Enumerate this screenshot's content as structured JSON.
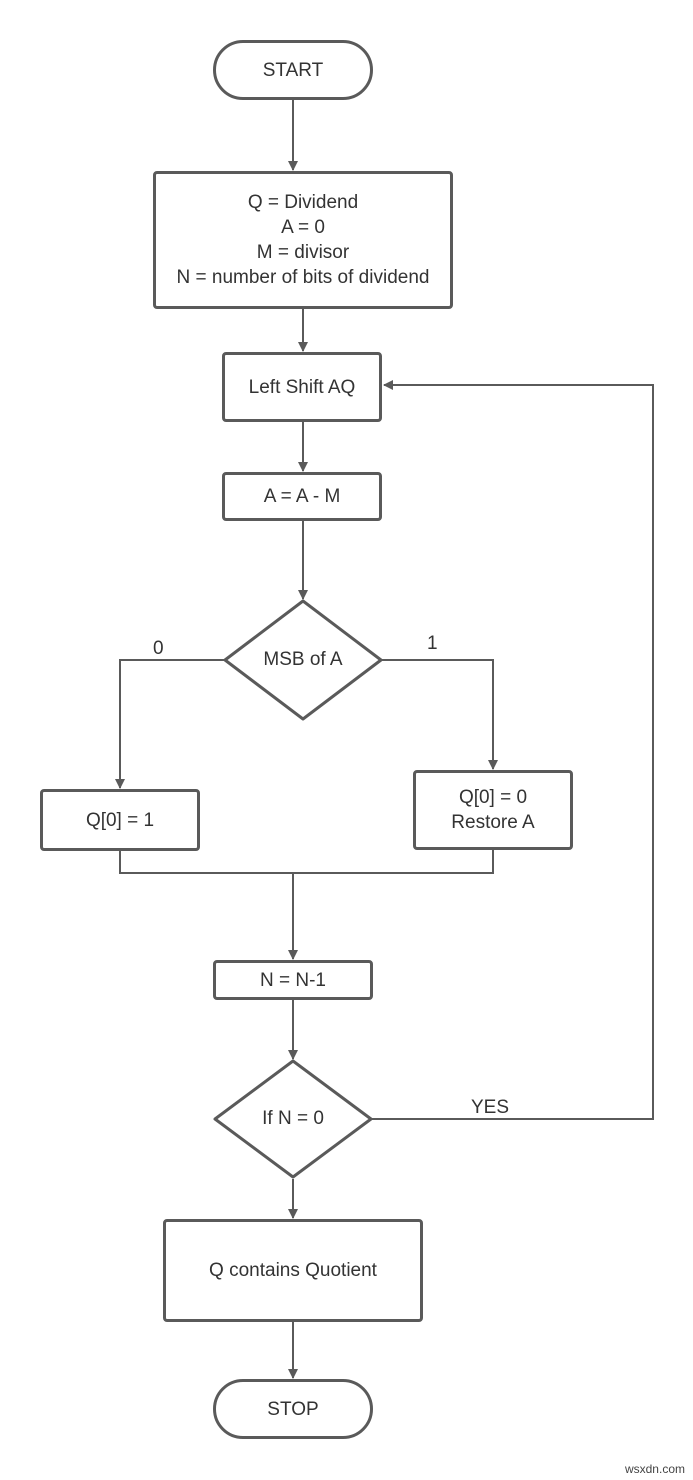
{
  "nodes": {
    "start": "START",
    "init": [
      "Q = Dividend",
      "A = 0",
      "M = divisor",
      "N = number of bits of dividend"
    ],
    "shift": "Left Shift AQ",
    "subtract": "A = A - M",
    "msb_decision": "MSB of A",
    "set_q1": "Q[0] = 1",
    "restore": [
      "Q[0] = 0",
      "Restore A"
    ],
    "decrement": "N = N-1",
    "n_decision": "If N = 0",
    "result": "Q contains Quotient",
    "stop": "STOP"
  },
  "edge_labels": {
    "msb_zero": "0",
    "msb_one": "1",
    "loop_yes": "YES"
  },
  "watermark": "wsxdn.com",
  "colors": {
    "stroke": "#5a5a5a",
    "text": "#333333",
    "background": "#ffffff"
  }
}
